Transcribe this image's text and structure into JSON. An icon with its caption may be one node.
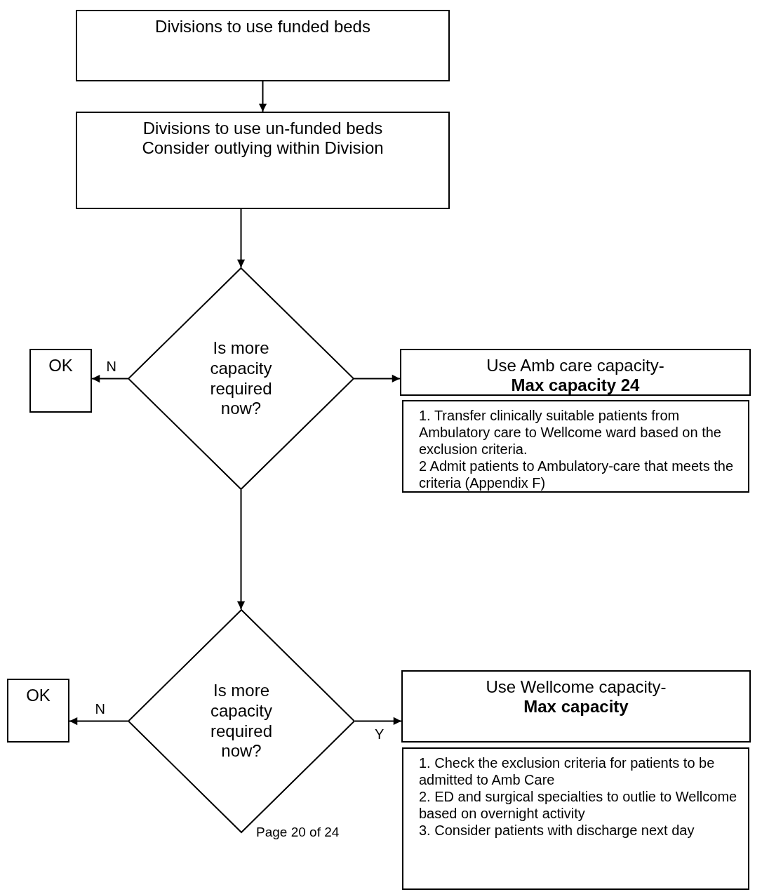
{
  "diagram": {
    "nodes": [
      {
        "text": [
          "Divisions to use funded beds"
        ]
      },
      {
        "text": [
          "Divisions to use un-funded beds",
          "Consider outlying within Division"
        ]
      },
      {
        "text": [
          "Is more capacity required now?"
        ]
      },
      {
        "text": [
          "OK"
        ]
      },
      {
        "text": [
          "Use Amb care capacity-",
          "Max capacity 24"
        ]
      },
      {
        "text": [
          "1. Transfer clinically suitable patients from Ambulatory care to Wellcome ward based on the exclusion criteria.",
          "2 Admit patients to Ambulatory-care that meets the criteria (Appendix F)"
        ]
      },
      {
        "text": [
          "Is more capacity required now?"
        ]
      },
      {
        "text": [
          "OK"
        ]
      },
      {
        "text": [
          "Use Wellcome capacity-",
          "Max capacity"
        ]
      },
      {
        "text": [
          "1. Check the exclusion criteria for patients to be admitted to Amb Care",
          "2. ED and surgical specialties to outlie to Wellcome based on overnight activity",
          "3. Consider patients with discharge next day"
        ]
      }
    ],
    "edges": [
      {
        "from": 0,
        "to": 1,
        "arrow": "to"
      },
      {
        "from": 1,
        "to": 2,
        "arrow": "to"
      },
      {
        "from": 2,
        "to": 3,
        "arrow": "to",
        "label": "N"
      },
      {
        "from": 2,
        "to": 4,
        "arrow": "to"
      },
      {
        "from": 2,
        "to": 6,
        "arrow": "to"
      },
      {
        "from": 6,
        "to": 7,
        "arrow": "to",
        "label": "N"
      },
      {
        "from": 6,
        "to": 8,
        "arrow": "to",
        "label": "Y"
      }
    ],
    "labels": [
      "Page 20 of 24"
    ]
  }
}
